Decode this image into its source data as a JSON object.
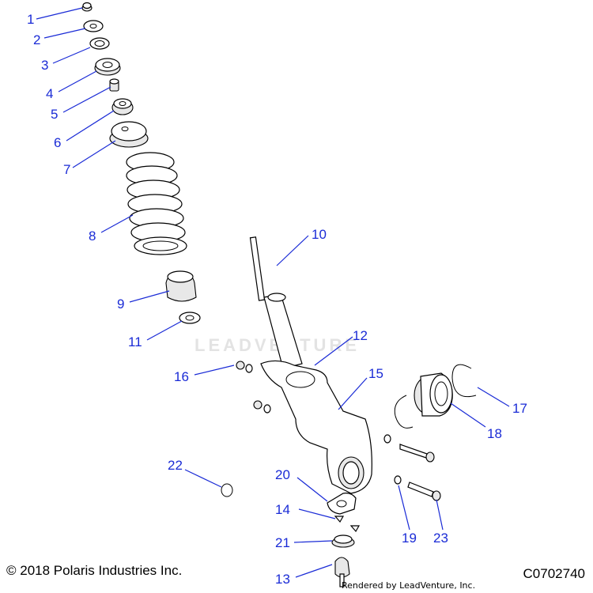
{
  "watermark_text": "LEADVENTURE",
  "copyright": "© 2018 Polaris Industries Inc.",
  "document_number": "C0702740",
  "rendered_by": "Rendered by LeadVenture, Inc.",
  "colors": {
    "callout": "#1a2bd6",
    "line": "#000000",
    "watermark": "#e3e3e3"
  },
  "callouts": [
    "1",
    "2",
    "3",
    "4",
    "5",
    "6",
    "7",
    "8",
    "9",
    "10",
    "11",
    "12",
    "13",
    "14",
    "15",
    "16",
    "17",
    "18",
    "19",
    "20",
    "21",
    "22",
    "23"
  ]
}
